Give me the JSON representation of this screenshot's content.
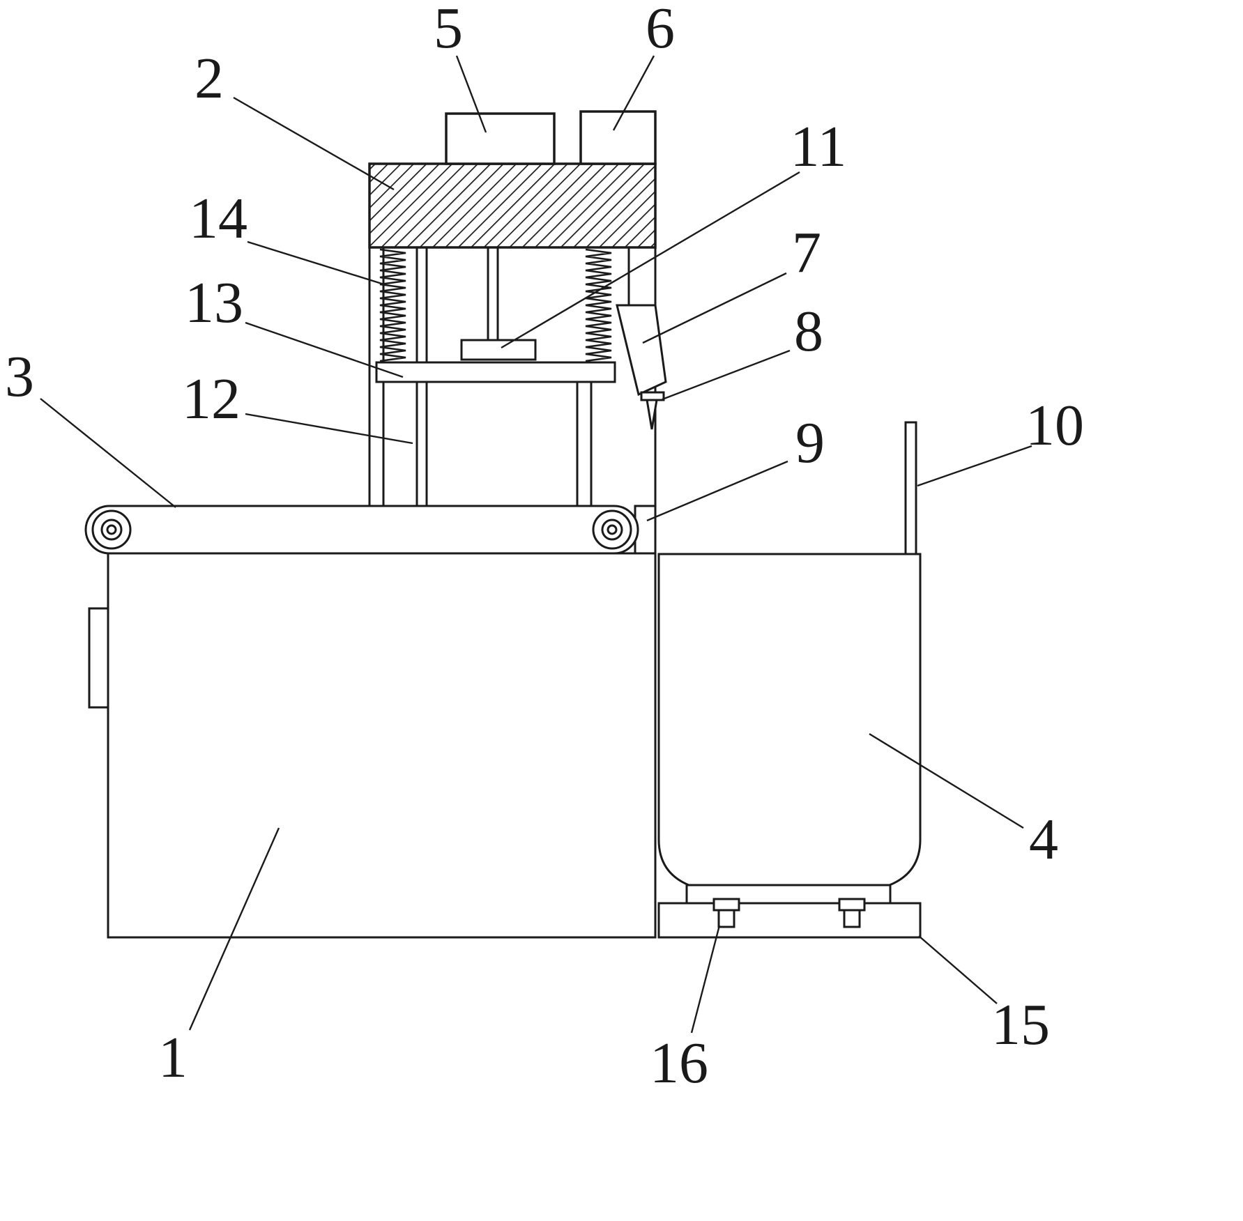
{
  "diagram": {
    "type": "patent-line-drawing",
    "colors": {
      "background": "#ffffff",
      "line": "#1a1a1a"
    },
    "labels": [
      {
        "num": "1"
      },
      {
        "num": "2"
      },
      {
        "num": "3"
      },
      {
        "num": "4"
      },
      {
        "num": "5"
      },
      {
        "num": "6"
      },
      {
        "num": "7"
      },
      {
        "num": "8"
      },
      {
        "num": "9"
      },
      {
        "num": "10"
      },
      {
        "num": "11"
      },
      {
        "num": "12"
      },
      {
        "num": "13"
      },
      {
        "num": "14"
      },
      {
        "num": "15"
      },
      {
        "num": "16"
      }
    ]
  }
}
